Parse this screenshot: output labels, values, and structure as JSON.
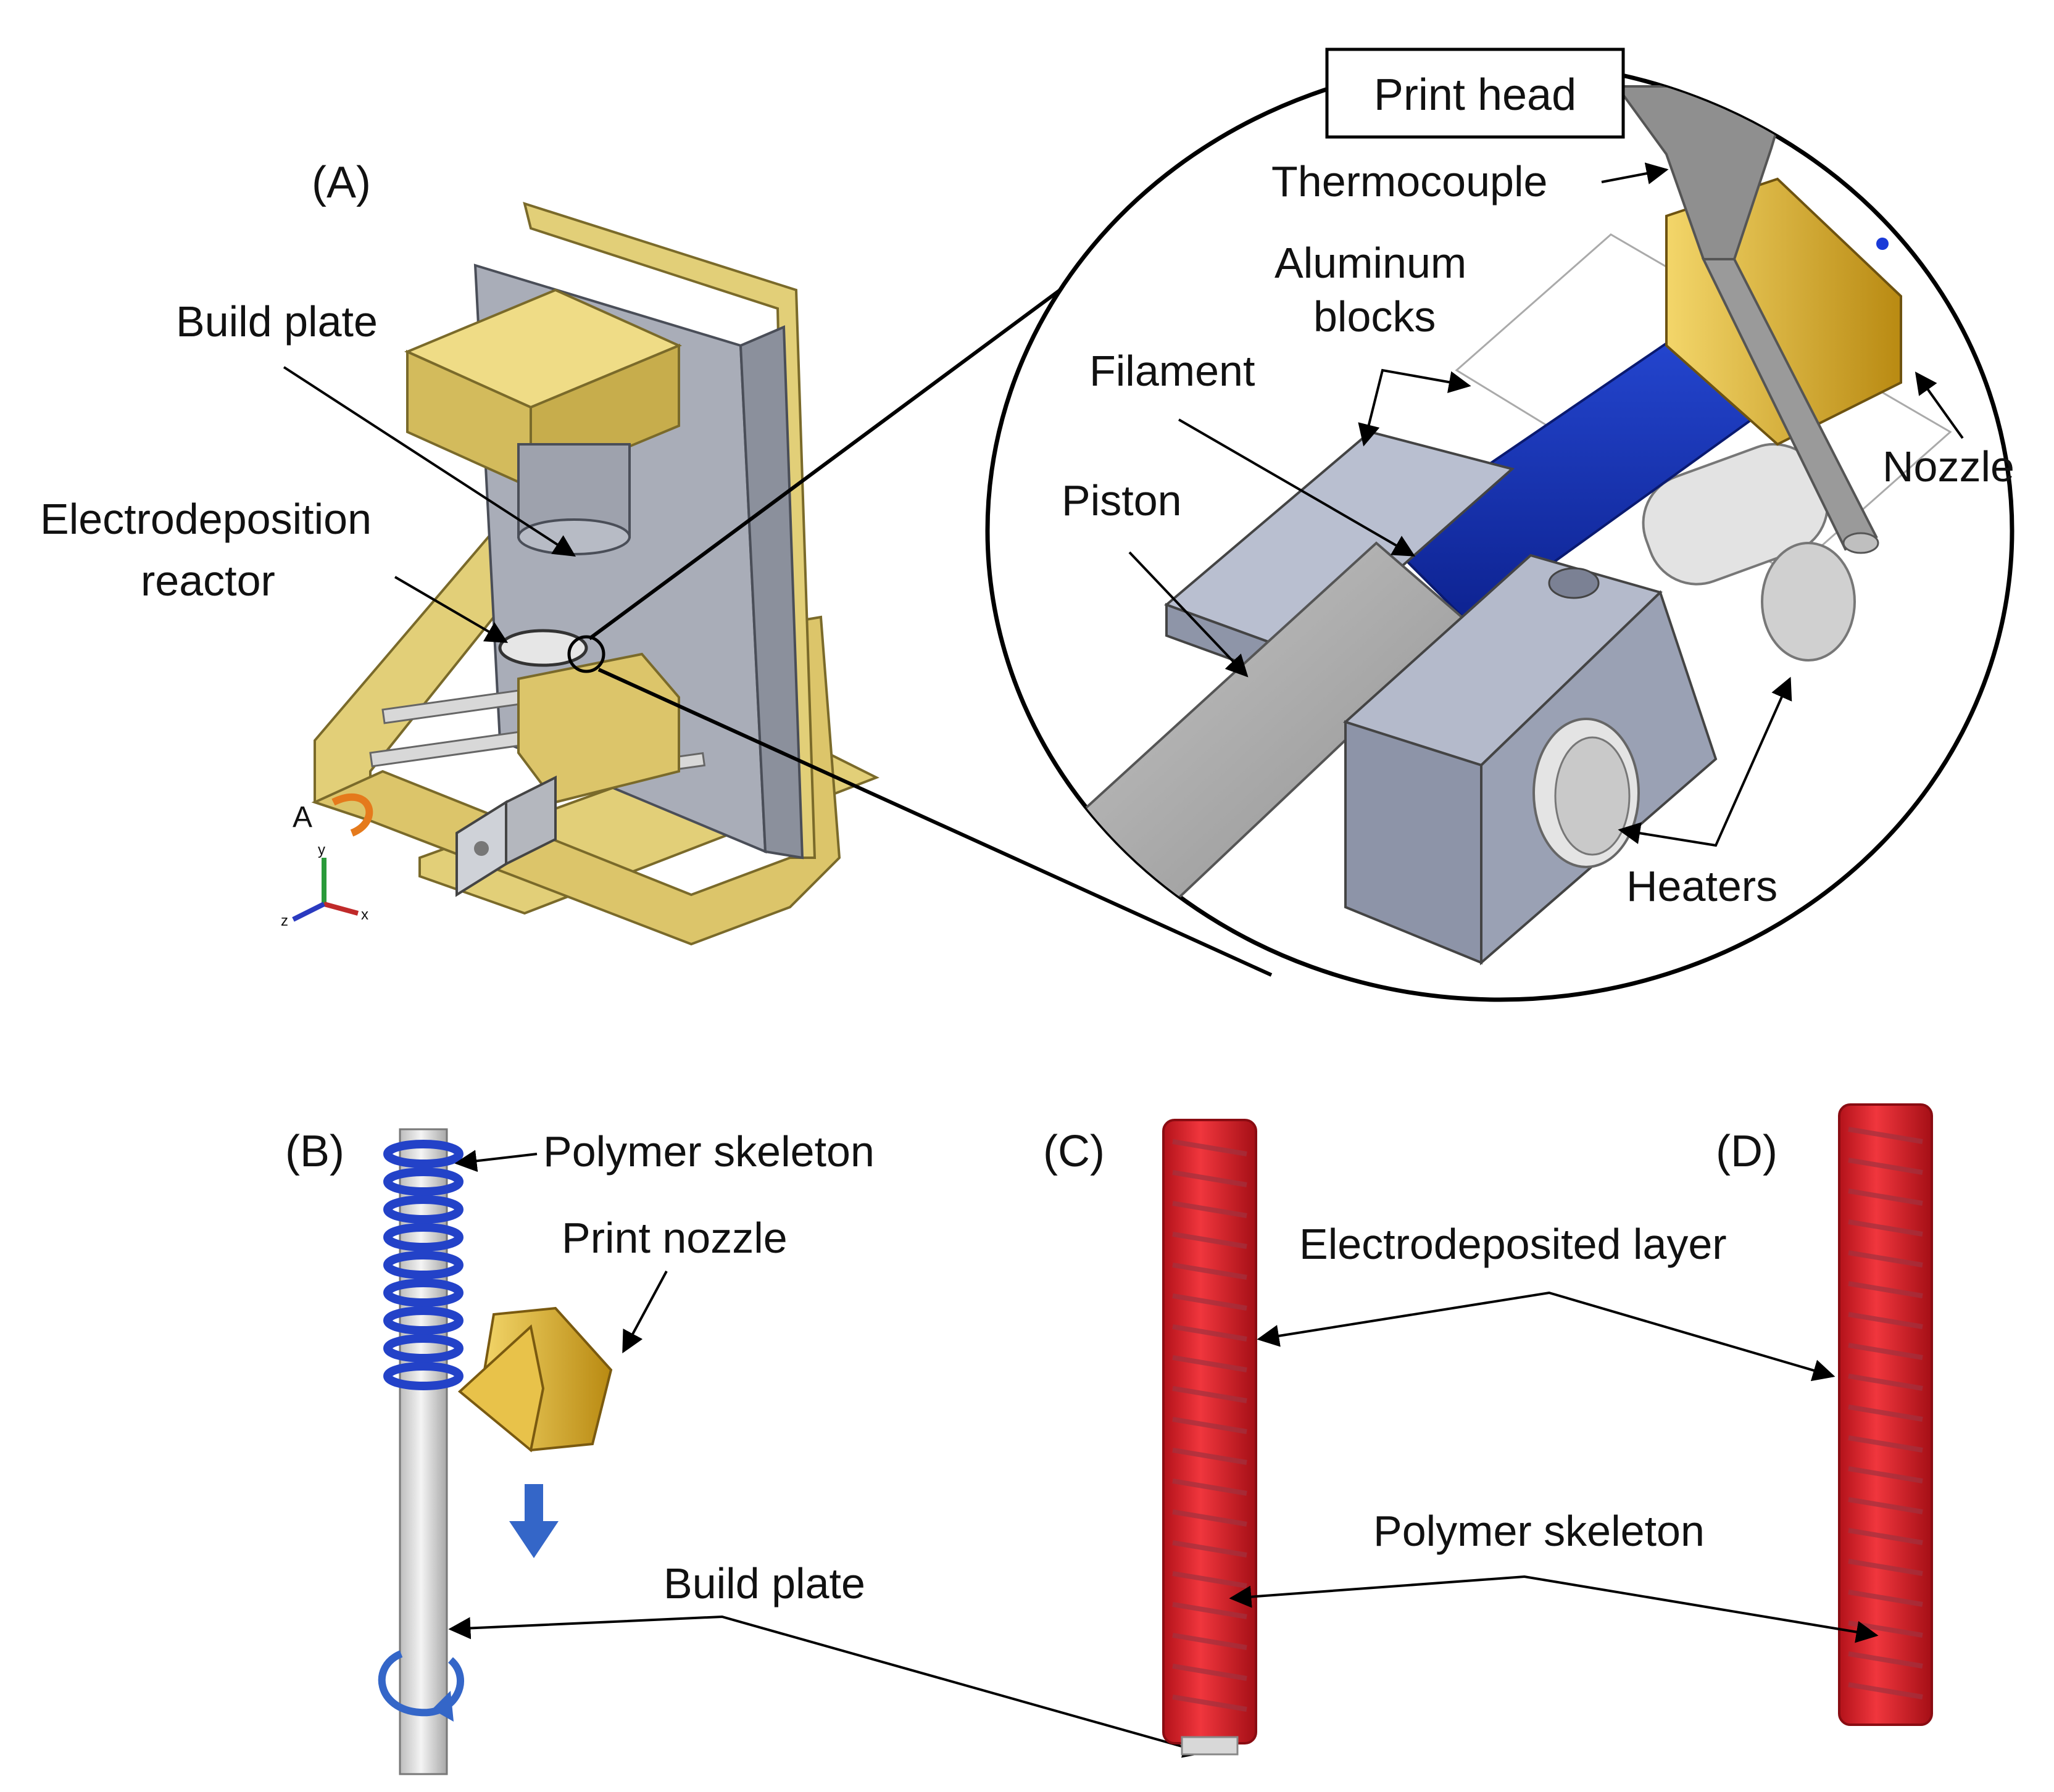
{
  "panel_a": {
    "tag": "(A)",
    "labels": {
      "build_plate": "Build plate",
      "reactor_line1": "Electrodeposition",
      "reactor_line2": "reactor",
      "axis_marker": "A",
      "axis_x": "x",
      "axis_y": "y",
      "axis_z": "z"
    }
  },
  "print_head_detail": {
    "title": "Print head",
    "labels": {
      "thermocouple": "Thermocouple",
      "aluminum_line1": "Aluminum",
      "aluminum_line2": "blocks",
      "filament": "Filament",
      "piston": "Piston",
      "nozzle": "Nozzle",
      "heaters": "Heaters"
    }
  },
  "panel_b": {
    "tag": "(B)",
    "labels": {
      "polymer_skeleton": "Polymer skeleton",
      "print_nozzle": "Print nozzle",
      "build_plate": "Build plate"
    }
  },
  "panel_c": {
    "tag": "(C)"
  },
  "panel_d": {
    "tag": "(D)"
  },
  "shared_labels": {
    "electrodeposited_layer": "Electrodeposited layer",
    "polymer_skeleton": "Polymer skeleton"
  },
  "colors": {
    "frame_yellow": "#e2cf78",
    "frame_yellow_dark": "#b8a24a",
    "housing_gray": "#a9adb8",
    "filament_blue": "#1433b8",
    "block_gray": "#9aa1b4",
    "nozzle_gold": "#d6a92a",
    "coating_red": "#e0202a",
    "spring_blue": "#2342c8"
  }
}
